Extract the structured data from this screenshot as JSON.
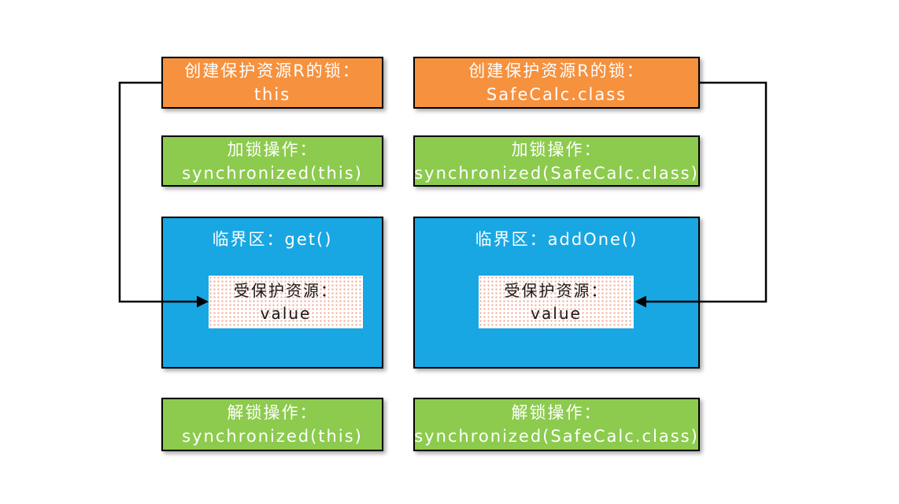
{
  "colors": {
    "orange": "#F6913E",
    "green": "#8CCB4D",
    "blue": "#18A7E3",
    "dot": "#F2A58F",
    "border": "#000000",
    "arrow": "#000000",
    "text-light": "#FFFFFF",
    "text-dark": "#1A1A1A"
  },
  "diagram": {
    "columns": [
      {
        "id": "this-lock",
        "lock_box": {
          "line1": "创建保护资源R的锁：",
          "line2": "this"
        },
        "lock_op": {
          "line1": "加锁操作：",
          "line2": "synchronized(this)"
        },
        "critical": {
          "title": "临界区：get()"
        },
        "resource": {
          "line1": "受保护资源：",
          "line2": "value"
        },
        "unlock_box": {
          "line1": "解锁操作：",
          "line2": "synchronized(this)"
        }
      },
      {
        "id": "class-lock",
        "lock_box": {
          "line1": "创建保护资源R的锁：",
          "line2": "SafeCalc.class"
        },
        "lock_op": {
          "line1": "加锁操作：",
          "line2": "synchronized(SafeCalc.class)"
        },
        "critical": {
          "title": "临界区：addOne()"
        },
        "resource": {
          "line1": "受保护资源：",
          "line2": "value"
        },
        "unlock_box": {
          "line1": "解锁操作：",
          "line2": "synchronized(SafeCalc.class)"
        }
      }
    ]
  }
}
